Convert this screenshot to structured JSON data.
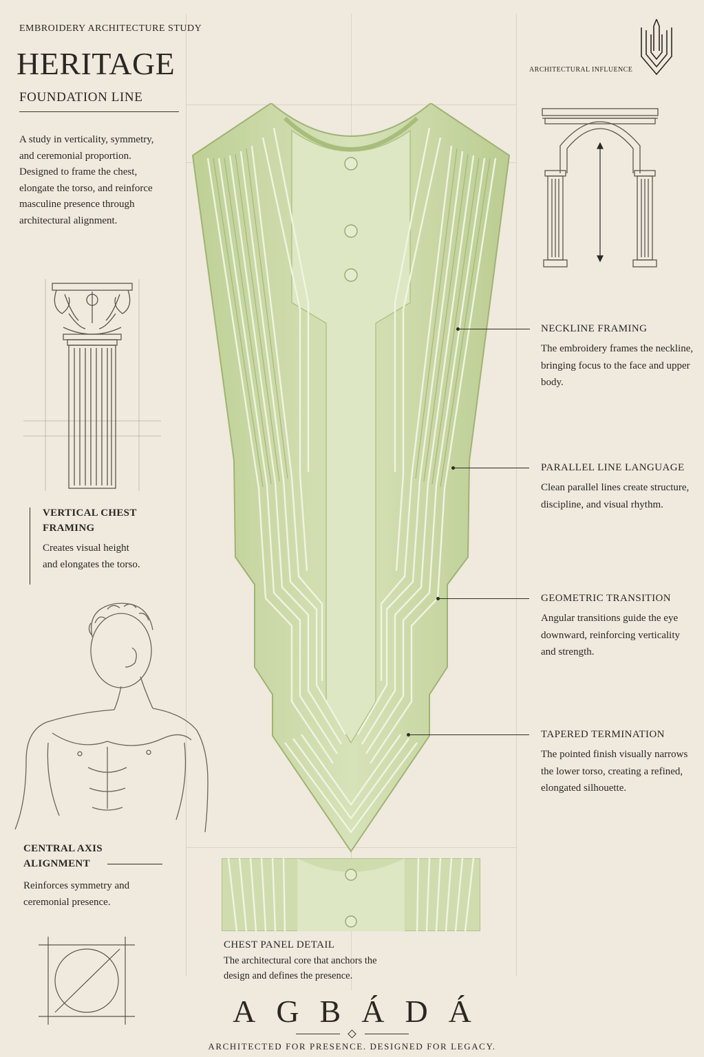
{
  "header": {
    "eyebrow": "EMBROIDERY ARCHITECTURE STUDY",
    "title": "HERITAGE",
    "subtitle": "FOUNDATION LINE"
  },
  "intro": "A study in verticality, symmetry, and ceremonial proportion. Designed to frame the chest, elongate the torso, and reinforce masculine presence through architectural alignment.",
  "influence": {
    "label": "ARCHITECTURAL INFLUENCE"
  },
  "left_callouts": {
    "vertical": {
      "title": "VERTICAL CHEST FRAMING",
      "body": "Creates visual height and elongates the torso."
    },
    "axis": {
      "title": "CENTRAL AXIS ALIGNMENT",
      "body": "Reinforces symmetry and ceremonial presence."
    }
  },
  "right_callouts": [
    {
      "title": "NECKLINE FRAMING",
      "body": "The embroidery frames the neckline, bringing focus to the face and upper body."
    },
    {
      "title": "PARALLEL LINE LANGUAGE",
      "body": "Clean parallel lines create structure, discipline, and visual rhythm."
    },
    {
      "title": "GEOMETRIC TRANSITION",
      "body": "Angular transitions guide the eye downward, reinforcing verticality and strength."
    },
    {
      "title": "TAPERED TERMINATION",
      "body": "The pointed finish visually narrows the lower torso, creating a refined, elongated silhouette."
    }
  ],
  "detail": {
    "title": "CHEST PANEL DETAIL",
    "body": "The architectural core that anchors the design and defines the presence."
  },
  "brand": {
    "name": "AGBÁDÁ",
    "tagline": "ARCHITECTED FOR PRESENCE. DESIGNED FOR LEGACY."
  },
  "colors": {
    "paper": "#efe9de",
    "ink": "#2b2823",
    "garment": "#cfdcae",
    "garment_shadow": "#a8bd7c",
    "embroidery": "#e6eed0"
  }
}
